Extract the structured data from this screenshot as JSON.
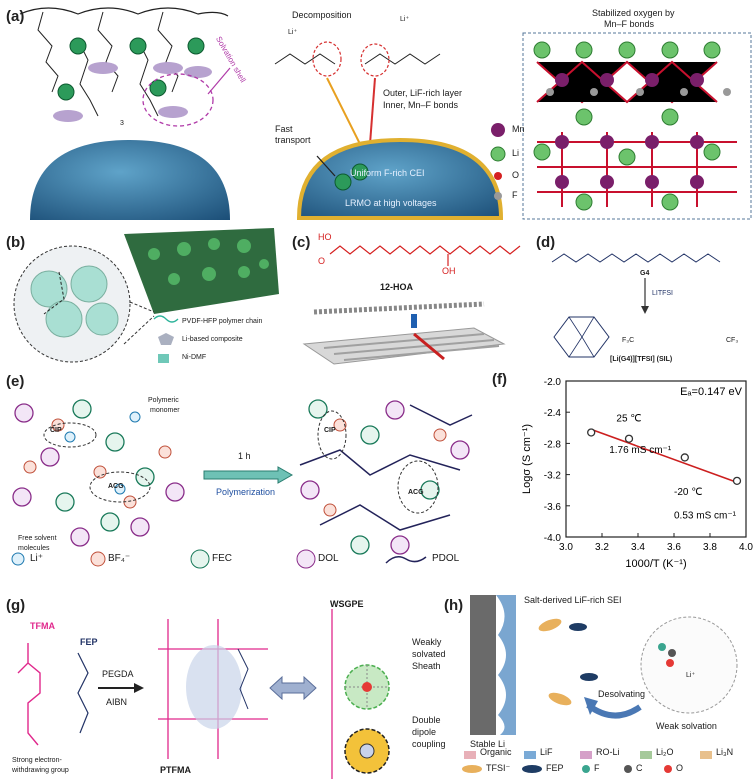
{
  "panels": {
    "a": {
      "label": "(a)",
      "decomposition": "Decomposition",
      "li_plus": "Li⁺",
      "solvation_shell": "Solvation shell",
      "outer_layer": "Outer, LiF-rich layer",
      "inner_layer": "Inner, Mn–F bonds",
      "fast_transport": "Fast\ntransport",
      "fast_transport_1": "Fast",
      "fast_transport_2": "transport",
      "uniform_cei": "Uniform F-rich CEI",
      "lrmo": "LRMO at high voltages",
      "stabilized_1": "Stabilized oxygen by",
      "stabilized_2": "Mn–F bonds",
      "legend": [
        "Mn",
        "Li",
        "O",
        "F"
      ],
      "three": "3"
    },
    "b": {
      "label": "(b)",
      "legend": [
        "PVDF-HFP polymer chain",
        "Li-based composite",
        "Ni-DMF"
      ]
    },
    "c": {
      "label": "(c)",
      "oh_left": "HO",
      "o_left": "O",
      "oh_right": "OH",
      "molecule": "12-HOA"
    },
    "d": {
      "label": "(d)",
      "g4": "G4",
      "litfsi": "LITFSI",
      "complex": "[Li(G4)][TFSI] (SIL)",
      "f3c": "F₃C",
      "cf3": "CF₃"
    },
    "e": {
      "label": "(e)",
      "polymeric_monomer_1": "Polymeric",
      "polymeric_monomer_2": "monomer",
      "cip": "CIP",
      "acg": "ACG",
      "free_solvent_1": "Free solvent",
      "free_solvent_2": "molecules",
      "time": "1 h",
      "process": "Polymerization",
      "legend": [
        "Li⁺",
        "BF₄⁻",
        "FEC",
        "DOL",
        "PDOL"
      ]
    },
    "g": {
      "label": "(g)",
      "tfma": "TFMA",
      "fep": "FEP",
      "pegda": "PEGDA",
      "aibn": "AIBN",
      "ptfma": "PTFMA",
      "wsgpe": "WSGPE",
      "weakly_1": "Weakly",
      "weakly_2": "solvated",
      "weakly_3": "Sheath",
      "double_1": "Double",
      "double_2": "dipole",
      "double_3": "coupling",
      "strong_1": "Strong electron-",
      "strong_2": "withdrawing group"
    },
    "h": {
      "label": "(h)",
      "sei": "Salt-derived LiF-rich SEI",
      "stable_li": "Stable Li",
      "desolvating": "Desolvating",
      "li_plus": "Li⁺",
      "weak_solvation": "Weak solvation",
      "legend_row1": [
        "Organic",
        "LiF",
        "RO-Li",
        "Li₂O",
        "Li₃N"
      ],
      "legend_row2": [
        "TFSI⁻",
        "FEP",
        "F",
        "C",
        "O"
      ]
    }
  },
  "chart_data": {
    "type": "scatter",
    "panel_label": "(f)",
    "xlabel": "1000/T (K⁻¹)",
    "ylabel": "Logσ (S cm⁻¹)",
    "xlim": [
      3.0,
      4.0
    ],
    "ylim": [
      -4.0,
      -2.0
    ],
    "xticks": [
      "3.0",
      "3.2",
      "3.4",
      "3.6",
      "3.8",
      "4.0"
    ],
    "yticks": [
      "-2.0",
      "-2.4",
      "-2.8",
      "-3.2",
      "-3.6",
      "-4.0"
    ],
    "x": [
      3.14,
      3.35,
      3.66,
      3.95
    ],
    "y": [
      -2.66,
      -2.74,
      -2.98,
      -3.28
    ],
    "fit": {
      "x": [
        3.14,
        3.95
      ],
      "y": [
        -2.62,
        -3.3
      ]
    },
    "annotations": {
      "ea": "Eₐ=0.147 eV",
      "t25": "25 ℃",
      "c25": "1.76 mS cm⁻¹",
      "tm20": "-20 ℃",
      "cm20": "0.53 mS cm⁻¹"
    },
    "colors": {
      "marker": "#333333",
      "fit": "#cc1f1f"
    }
  }
}
